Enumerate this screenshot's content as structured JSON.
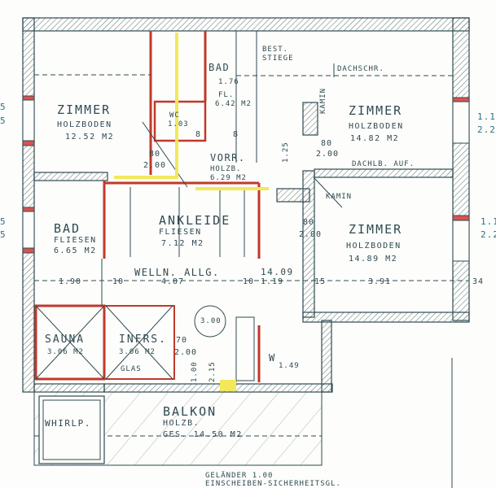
{
  "rooms": {
    "zimmer_nw": {
      "name": "ZIMMER",
      "floor": "HOLZBODEN",
      "area": "12.52 M2"
    },
    "zimmer_ne": {
      "name": "ZIMMER",
      "floor": "HOLZBODEN",
      "area": "14.82 M2"
    },
    "zimmer_e": {
      "name": "ZIMMER",
      "floor": "HOLZBODEN",
      "area": "14.89 M2"
    },
    "bad_w": {
      "name": "BAD",
      "floor": "FLIESEN",
      "area": "6.65 M2"
    },
    "ankleide": {
      "name": "ANKLEIDE",
      "floor": "FLIESEN",
      "area": "7.12 M2"
    },
    "bad_n": {
      "name": "BAD",
      "dim": "1.76",
      "floor": "FL.",
      "area": "6.42 M2"
    },
    "wc": {
      "name": "WC",
      "area": "1.03"
    },
    "vorr": {
      "name": "VORR.",
      "floor": "HOLZB.",
      "area": "6.29 M2"
    },
    "wellness": {
      "name": "WELLN. ALLG.",
      "area": "14.09"
    },
    "sauna": {
      "name": "SAUNA",
      "area": "3.06 M2"
    },
    "infrarot": {
      "name": "INFRS.",
      "area": "3.06 M2"
    },
    "balkon": {
      "name": "BALKON",
      "floor": "HOLZB.",
      "area": "GES. 14.50 M2"
    },
    "whirlpool": {
      "name": "WHIRLP."
    }
  },
  "annotations": {
    "bestand_stiege": "BEST. STIEGE",
    "dachschraege": "DACHSCHR.",
    "dachschraege_auf": "DACHLB. AUF.",
    "kamin_vertical": "KAMIN",
    "kamin": "KAMIN",
    "glas": "GLAS",
    "circle_height": "3.00",
    "gelaender_1": "GELÄNDER 1.00",
    "gelaender_2": "EINSCHEIBEN-SICHERHEITSGL."
  },
  "dimensions": {
    "door_nw_w": "80",
    "door_nw_h": "2.00",
    "door_ne_w": "80",
    "door_ne_h": "2.00",
    "door_e_w": "80",
    "door_e_h": "2.00",
    "door_infr_w": "70",
    "door_infr_h": "2.00",
    "stair_125": "1.25",
    "vorr_wc": "8",
    "vorr_8": "8",
    "row": [
      "1.90",
      "10",
      "4.07",
      "10",
      "1.19",
      "15",
      "3.91",
      "34"
    ],
    "balk_door_h": "1.00",
    "balk_door_h2": "2.15",
    "wc_s": "W",
    "wc_s_area": "1.49",
    "left_edge_1": "5",
    "left_edge_2": "5",
    "left_edge_3": "5",
    "left_edge_4": "5",
    "right_1a": "1.1",
    "right_1b": "2.2",
    "right_2a": "1.1",
    "right_2b": "2.2"
  },
  "colors": {
    "wall_line": "#2f4a52",
    "red_wall": "#c0392b",
    "highlight": "#f2e85a",
    "hatch": "#5a7076"
  }
}
